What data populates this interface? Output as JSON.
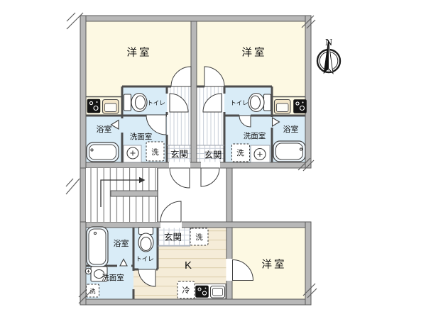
{
  "compass": {
    "north": "N"
  },
  "units": {
    "upper_left": {
      "room": "洋室",
      "toilet": "トイレ",
      "bath": "浴室",
      "washroom": "洗面室",
      "entrance": "玄関",
      "washer": "洗"
    },
    "upper_right": {
      "room": "洋室",
      "toilet": "トイレ",
      "bath": "浴室",
      "washroom": "洗面室",
      "entrance": "玄関",
      "washer": "洗"
    },
    "lower": {
      "room": "洋室",
      "kitchen": "K",
      "fridge": "冷",
      "toilet": "トイレ",
      "bath": "浴室",
      "washroom": "洗面室",
      "entrance": "玄関",
      "washer": "洗",
      "washer_small": "洗"
    }
  },
  "icons": {
    "compass-icon": "circle-with-north-needle",
    "stove-icon": "black-cooktop-two-burners",
    "kitchen-sink-icon": "counter-sink-basin",
    "bathtub-icon": "rounded-bathtub",
    "toilet-icon": "tank-and-bowl",
    "washbasin-icon": "round-basin-with-faucet",
    "stairs-icon": "staircase-with-up-arrow",
    "door-icon": "quarter-circle-door-swing"
  },
  "colors": {
    "wall_fill": "#b8b8b8",
    "wall_edge": "#5a5a5a",
    "partition": "#4d4d4d",
    "room_floor": "#fdf9e3",
    "wet_floor": "#d9ecf7",
    "kitchen_floor": "#f5ecd8",
    "plank_line": "#e0d3b4",
    "stripe_line": "#c6cdd7",
    "fixture_line": "#3c3c3c",
    "text": "#111111"
  }
}
